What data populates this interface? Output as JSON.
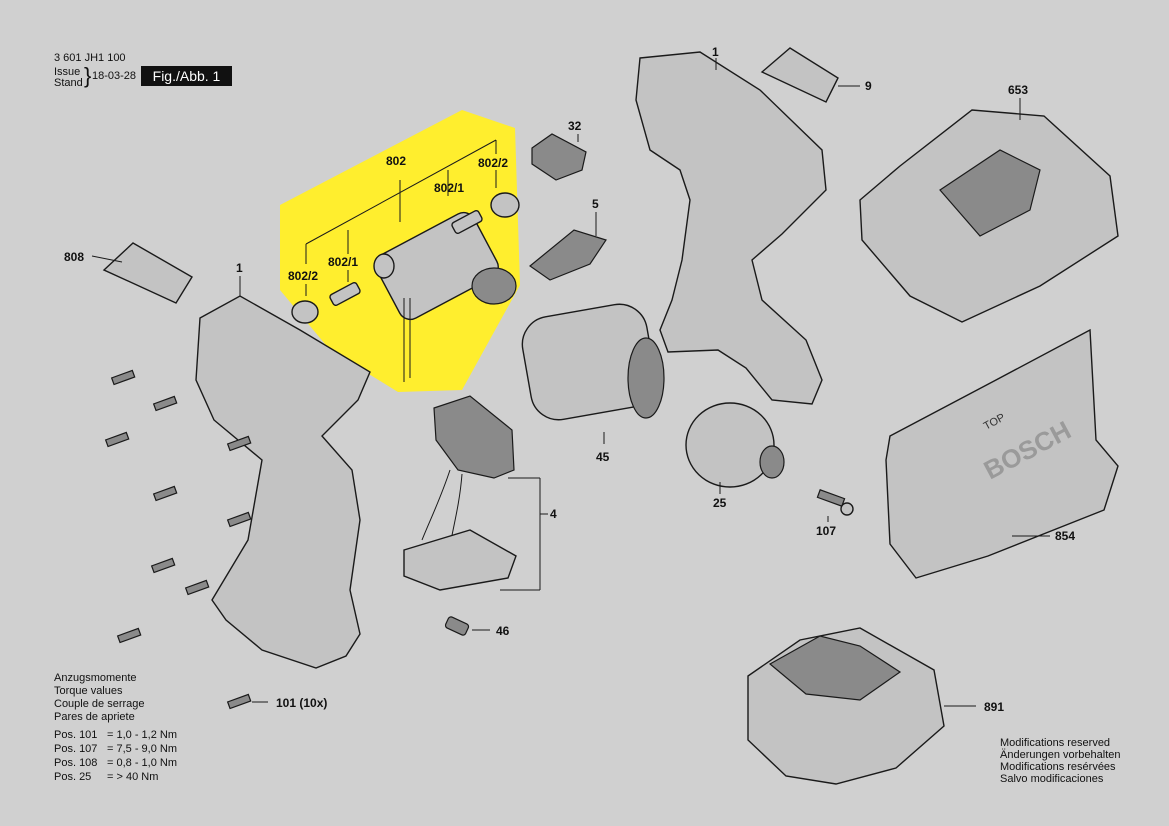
{
  "header": {
    "doc_number": "3 601 JH1 100",
    "issue_label": "Issue",
    "stand_label": "Stand",
    "date": "18-03-28",
    "figure": "Fig./Abb. 1"
  },
  "part_labels": {
    "p1_housing_right": "1",
    "p1_housing_left": "1",
    "p9": "9",
    "p653": "653",
    "p32": "32",
    "p802": "802",
    "p802_2_top": "802/2",
    "p802_1_top": "802/1",
    "p802_2_left": "802/2",
    "p802_1_left": "802/1",
    "p5": "5",
    "p808": "808",
    "p45": "45",
    "p25": "25",
    "p4": "4",
    "p107": "107",
    "p854": "854",
    "p46": "46",
    "p101": "101 (10x)",
    "p891": "891"
  },
  "torque": {
    "lines": [
      "Anzugsmomente",
      "Torque values",
      "Couple de serrage",
      "Pares de apriete"
    ],
    "rows": [
      {
        "pos": "Pos. 101",
        "value": "= 1,0 - 1,2 Nm"
      },
      {
        "pos": "Pos. 107",
        "value": "= 7,5 - 9,0 Nm"
      },
      {
        "pos": "Pos. 108",
        "value": "= 0,8 - 1,0 Nm"
      },
      {
        "pos": "Pos. 25",
        "value": "= > 40 Nm"
      }
    ]
  },
  "modifications": [
    "Modifications reserved",
    "Änderungen vorbehalten",
    "Modifications resérvées",
    "Salvo modificaciones"
  ],
  "highlight_color": "#ffee2e",
  "background_color": "#d0d0d0",
  "brand_mark": "BOSCH",
  "holder_text": "TOP"
}
